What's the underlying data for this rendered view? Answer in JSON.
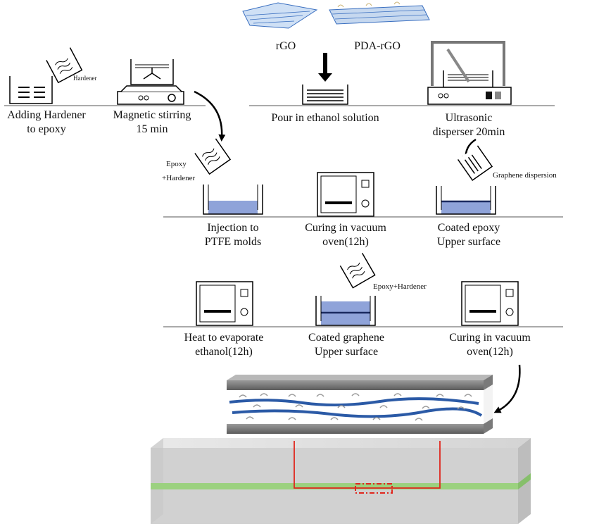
{
  "materials": {
    "rgo": "rGO",
    "pda_rgo": "PDA-rGO"
  },
  "steps": {
    "adding_hardener": [
      "Adding Hardener",
      "to epoxy"
    ],
    "magnetic_stirring": [
      "Magnetic stirring",
      "15 min"
    ],
    "pour_ethanol": [
      "Pour in ethanol solution"
    ],
    "ultrasonic": [
      "Ultrasonic",
      "disperser 20min"
    ],
    "injection": [
      "Injection to",
      "PTFE molds"
    ],
    "curing_oven_1": [
      "Curing in vacuum",
      "oven(12h)"
    ],
    "coated_epoxy": [
      "Coated epoxy",
      "Upper surface"
    ],
    "heat_evaporate": [
      "Heat to evaporate",
      "ethanol(12h)"
    ],
    "coated_graphene": [
      "Coated graphene",
      "Upper surface"
    ],
    "curing_oven_2": [
      "Curing in vacuum",
      "oven(12h)"
    ]
  },
  "annotations": {
    "hardener_small": "Hardener",
    "epoxy_hardener_1": [
      "Epoxy",
      "+Hardener"
    ],
    "graphene_dispersion": "Graphene dispersion",
    "epoxy_hardener_2": "Epoxy+Hardener"
  },
  "colors": {
    "resin_fill": "#8fa3d9",
    "graphene_blue": "#2b5aa6",
    "laminate_grey": "#cfcfcf",
    "green_stripe": "#9bd17f",
    "circuit_red": "#e0261d"
  }
}
